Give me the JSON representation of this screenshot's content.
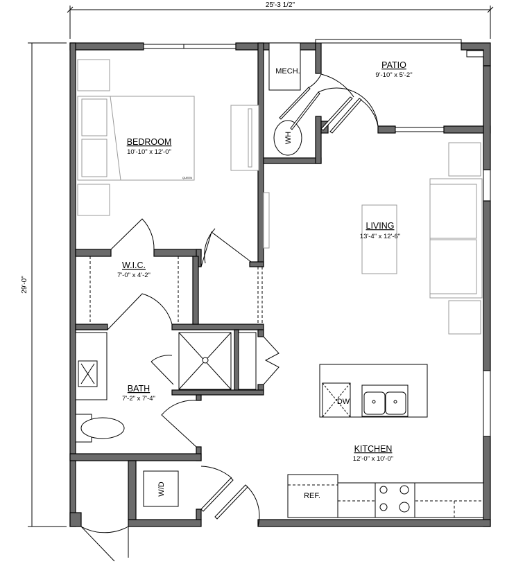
{
  "plan": {
    "overall_width": "25'-3 1/2\"",
    "overall_depth": "29'-0\"",
    "rooms": {
      "bedroom": {
        "name": "BEDROOM",
        "size": "10'-10\" x 12'-0\"",
        "bed_label": "QUEEN"
      },
      "mech": {
        "name": "MECH."
      },
      "water_heater": {
        "name": "WH"
      },
      "patio": {
        "name": "PATIO",
        "size": "9'-10\" x 5'-2\""
      },
      "living": {
        "name": "LIVING",
        "size": "13'-4\" x 12'-6\""
      },
      "wic": {
        "name": "W.I.C.",
        "size": "7'-0\" x 4'-2\""
      },
      "bath": {
        "name": "BATH",
        "size": "7'-2\" x 7'-4\""
      },
      "kitchen": {
        "name": "KITCHEN",
        "size": "12'-0\" x 10'-0\""
      },
      "dishwasher": {
        "name": "DW"
      },
      "refrigerator": {
        "name": "REF."
      },
      "washer_dryer": {
        "name": "W/D"
      }
    },
    "colors": {
      "wall": "#6b6b6b",
      "line": "#000000",
      "furniture": "#999999"
    }
  }
}
